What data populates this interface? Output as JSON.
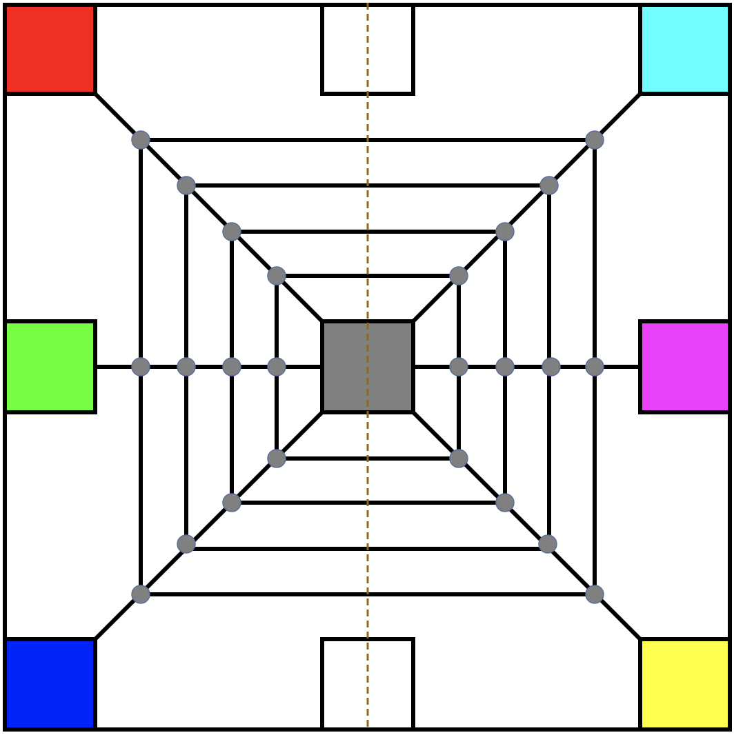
{
  "colors": {
    "background": "#ffffff",
    "stroke": "#000000",
    "node": "#808080",
    "node_outline": "#5a6f9a",
    "center": "#808080",
    "axis": "#8b6a1e",
    "corner_top_left": "#ee3124",
    "corner_top_right": "#72fefe",
    "corner_bottom_left": "#0224f6",
    "corner_bottom_right": "#ffff52",
    "side_left": "#78fc46",
    "side_right": "#e843f8"
  },
  "rings": 4,
  "nodes_per_ring": 6,
  "colored_zones": [
    {
      "name": "top-left-zone",
      "color_key": "corner_top_left"
    },
    {
      "name": "top-right-zone",
      "color_key": "corner_top_right"
    },
    {
      "name": "bottom-left-zone",
      "color_key": "corner_bottom_left"
    },
    {
      "name": "bottom-right-zone",
      "color_key": "corner_bottom_right"
    },
    {
      "name": "left-side-zone",
      "color_key": "side_left"
    },
    {
      "name": "right-side-zone",
      "color_key": "side_right"
    }
  ],
  "empty_zones": [
    "top-middle-zone",
    "bottom-middle-zone"
  ],
  "axis": {
    "style": "dashed",
    "orientation": "vertical"
  }
}
